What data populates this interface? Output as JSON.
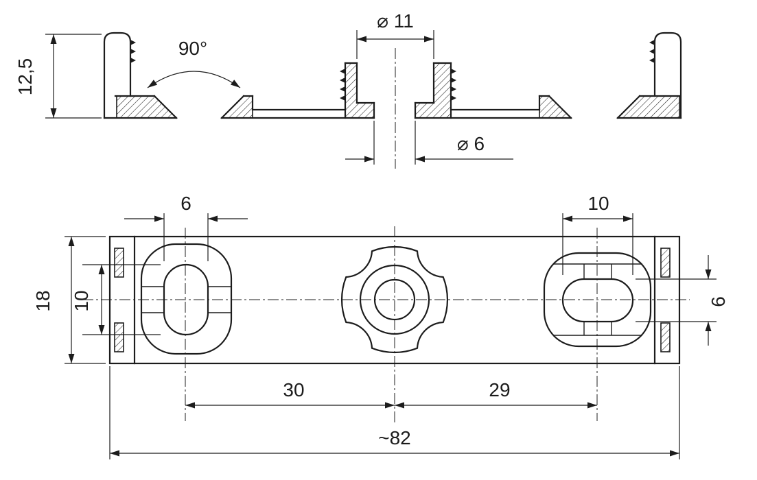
{
  "drawing": {
    "line_color": "#1c1c1c",
    "background": "#ffffff"
  },
  "section_view": {
    "dims": {
      "height": "12,5",
      "angle": "90°",
      "counterbore_diameter": "⌀ 11",
      "hole_diameter": "⌀ 6"
    }
  },
  "plan_view": {
    "dims": {
      "left_slot_width": "6",
      "right_slot_length": "10",
      "overall_height": "18",
      "left_slot_length": "10",
      "right_slot_width": "6",
      "left_pitch": "30",
      "right_pitch": "29",
      "overall_length": "~82"
    }
  }
}
